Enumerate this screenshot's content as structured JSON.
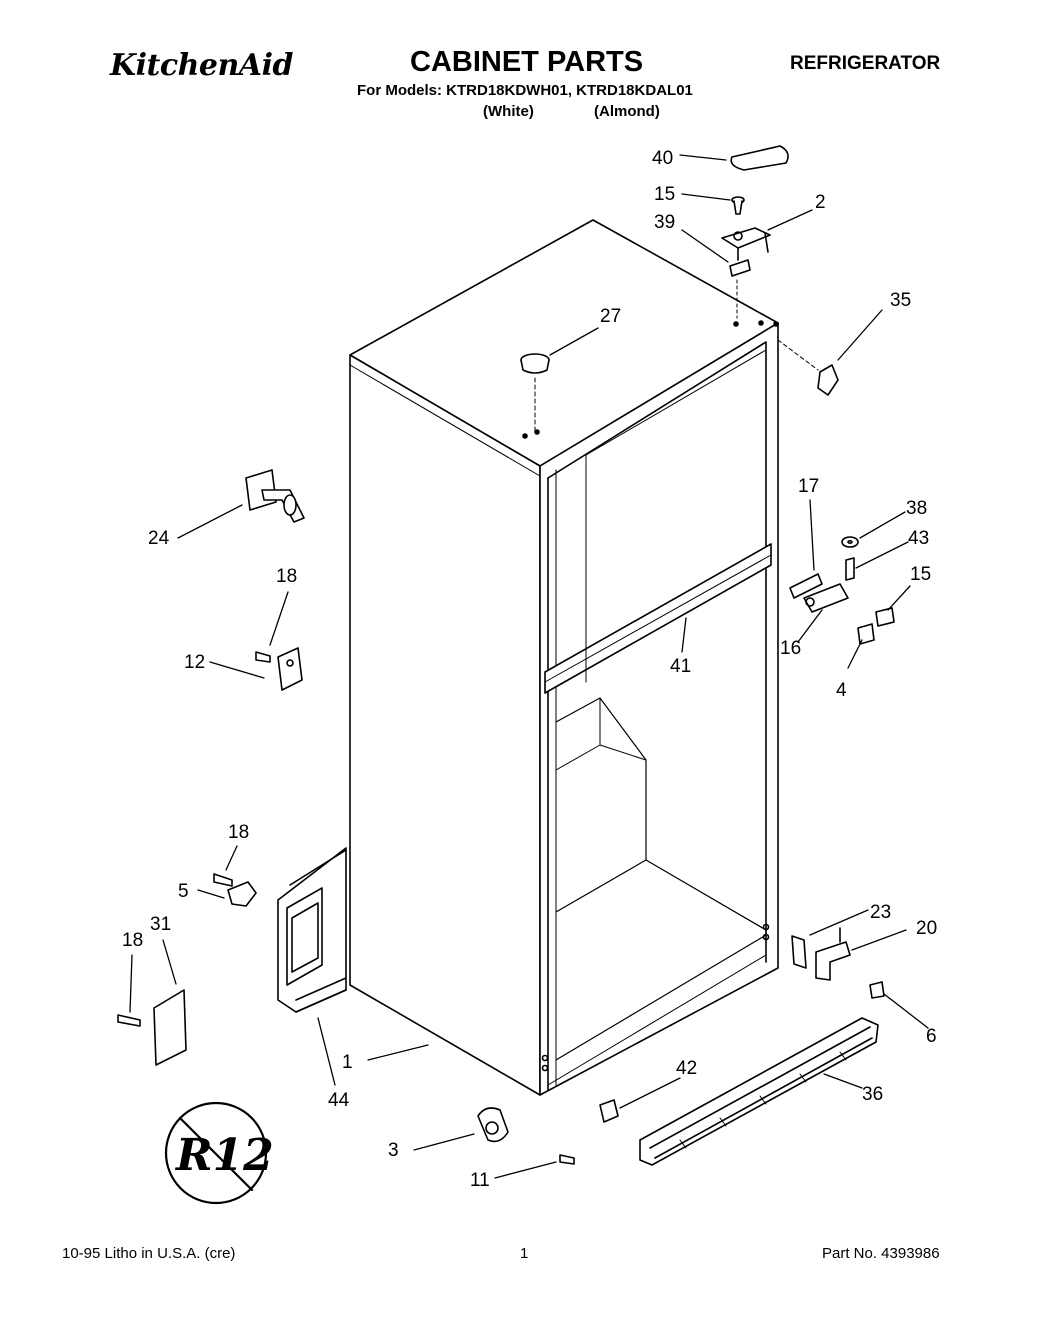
{
  "header": {
    "brand": "KitchenAid",
    "title": "CABINET PARTS",
    "category": "REFRIGERATOR",
    "models_line": "For Models: KTRD18KDWH01, KTRD18KDAL01",
    "variant_1": "(White)",
    "variant_2": "(Almond)"
  },
  "callouts": {
    "c1": "1",
    "c2": "2",
    "c3": "3",
    "c4": "4",
    "c5": "5",
    "c6": "6",
    "c11": "11",
    "c12": "12",
    "c15a": "15",
    "c15b": "15",
    "c16": "16",
    "c17": "17",
    "c18a": "18",
    "c18b": "18",
    "c18c": "18",
    "c20": "20",
    "c23": "23",
    "c24": "24",
    "c27": "27",
    "c31": "31",
    "c35": "35",
    "c36": "36",
    "c38": "38",
    "c39": "39",
    "c40": "40",
    "c41": "41",
    "c42": "42",
    "c43": "43",
    "c44": "44"
  },
  "badge": {
    "text": "R12"
  },
  "footer": {
    "left": "10-95  Litho in U.S.A. (cre)",
    "center": "1",
    "right": "Part No. 4393986"
  }
}
